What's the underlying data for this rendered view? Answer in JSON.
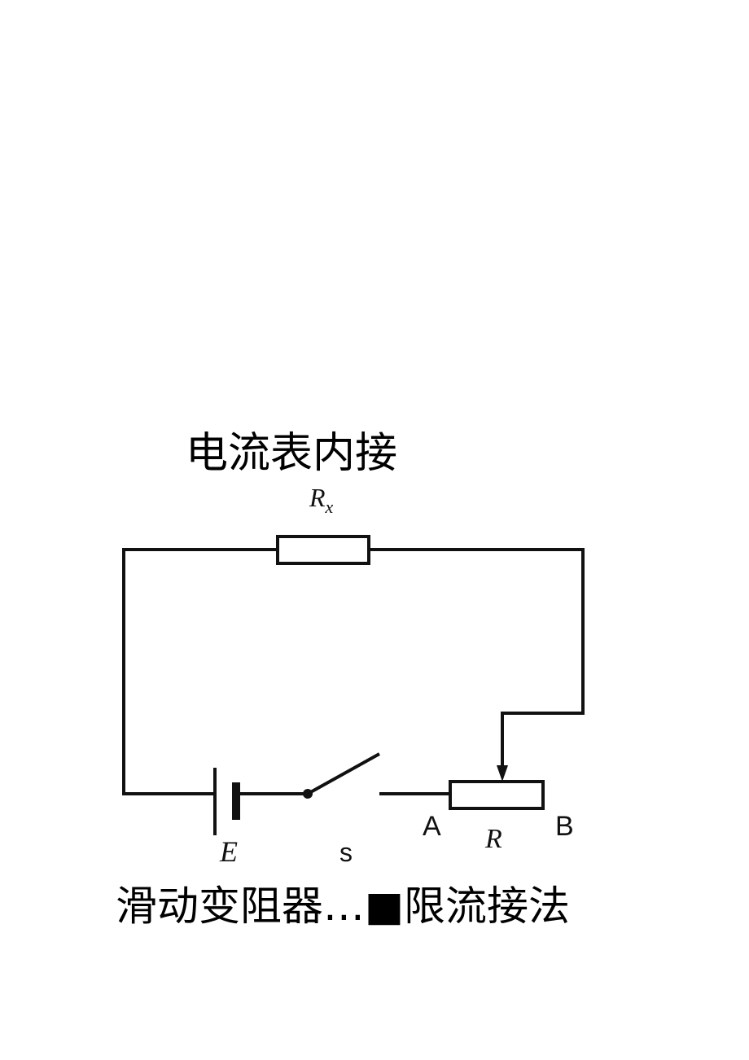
{
  "title": "电流表内接",
  "caption": "滑动变阻器…■限流接法",
  "labels": {
    "rx_main": "R",
    "rx_sub": "x",
    "battery": "E",
    "switch": "s",
    "terminal_a": "A",
    "terminal_b": "B",
    "rheostat": "R"
  }
}
